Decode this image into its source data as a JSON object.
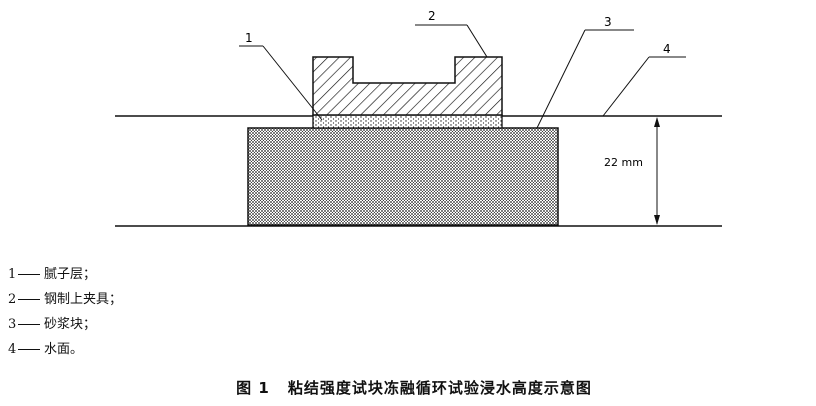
{
  "diagram": {
    "callouts": [
      "1",
      "2",
      "3",
      "4"
    ],
    "dimension_label": "22 mm"
  },
  "legend": [
    {
      "num": "1",
      "text": "腻子层；"
    },
    {
      "num": "2",
      "text": "钢制上夹具；"
    },
    {
      "num": "3",
      "text": "砂浆块；"
    },
    {
      "num": "4",
      "text": "水面。"
    }
  ],
  "caption": {
    "prefix": "图 1",
    "title": "粘结强度试块冻融循环试验浸水高度示意图"
  }
}
